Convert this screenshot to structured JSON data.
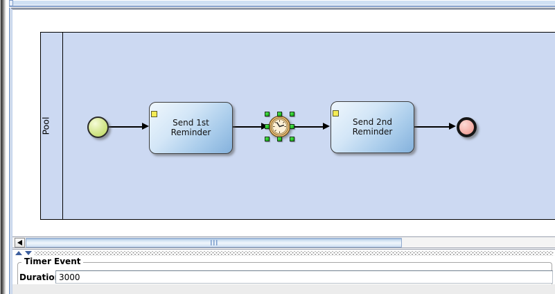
{
  "editor": {
    "canvas_background": "#ffffff",
    "top_bar_color": "#cfe0f3",
    "accent_line_color": "#7d9bc8"
  },
  "diagram": {
    "pool_label": "Pool",
    "pool_fill": "#ccd9f2",
    "tasks": [
      {
        "line1": "Send 1st",
        "line2": "Reminder"
      },
      {
        "line1": "Send 2nd",
        "line2": "Reminder"
      }
    ],
    "task_fill_top": "#eff7fd",
    "task_fill_bottom": "#84b1dc",
    "task_badge_color": "#f4ec55",
    "start_event_color": "#c8df74",
    "end_event_color": "#e58d84",
    "timer_selected": true,
    "selection_handle_color": "#2ecc2e"
  },
  "scrollbar": {
    "orientation": "horizontal",
    "left_arrow": "◀"
  },
  "properties": {
    "group_title": "Timer Event",
    "duration_label": "Duration",
    "duration_value": "3000"
  }
}
